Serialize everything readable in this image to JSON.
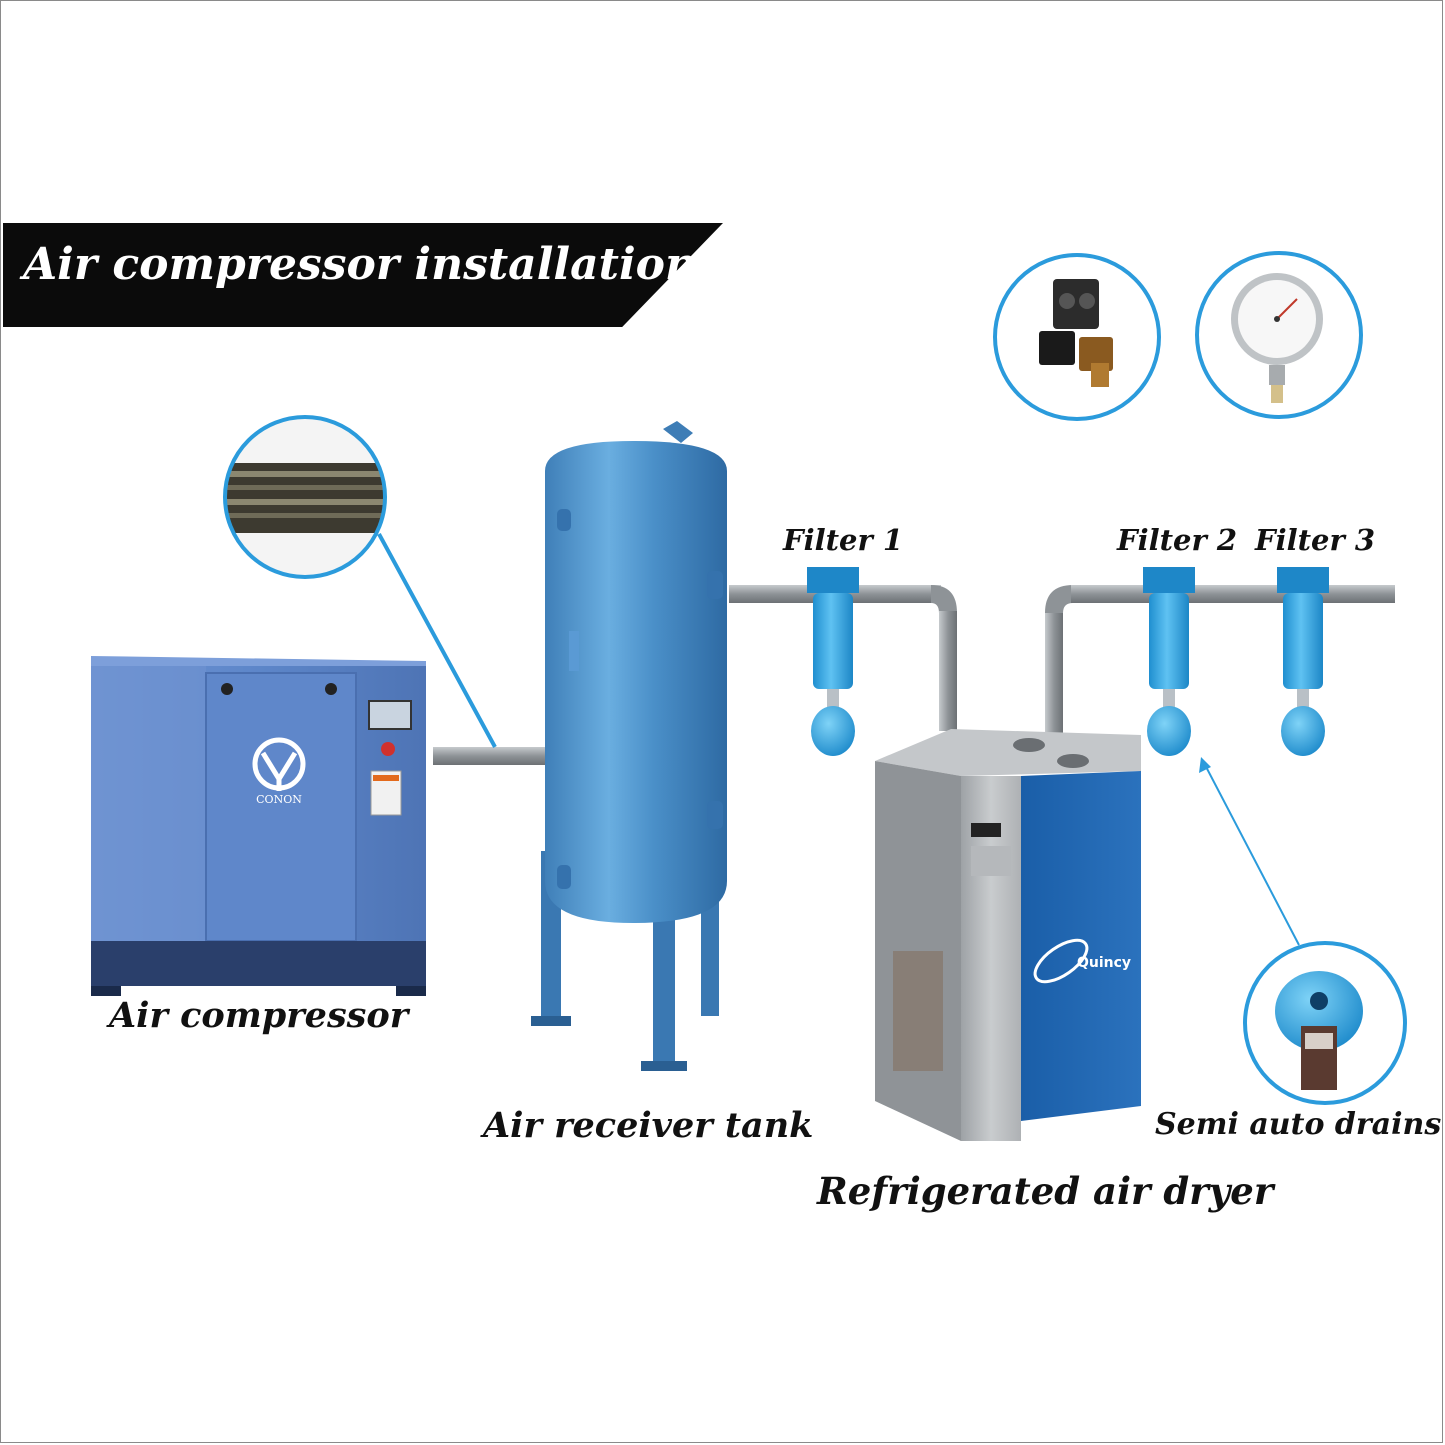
{
  "title": "Air compressor installation",
  "components": {
    "compressor": "Air compressor",
    "tank": "Air receiver tank",
    "filter1": "Filter 1",
    "filter2": "Filter 2",
    "filter3": "Filter 3",
    "dryer": "Refrigerated air dryer",
    "drains": "Semi auto drains"
  },
  "brands": {
    "compressor": "CONON",
    "dryer": "Quincy"
  },
  "colors": {
    "accent": "#2b9bdc",
    "banner": "#0b0b0b",
    "compressor_blue": "#5d86c9",
    "tank_blue": "#4a8fc8",
    "filter_blue": "#2fa3e0",
    "dryer_blue": "#1a5ea8",
    "pipe_gray": "#9a9fa4"
  }
}
